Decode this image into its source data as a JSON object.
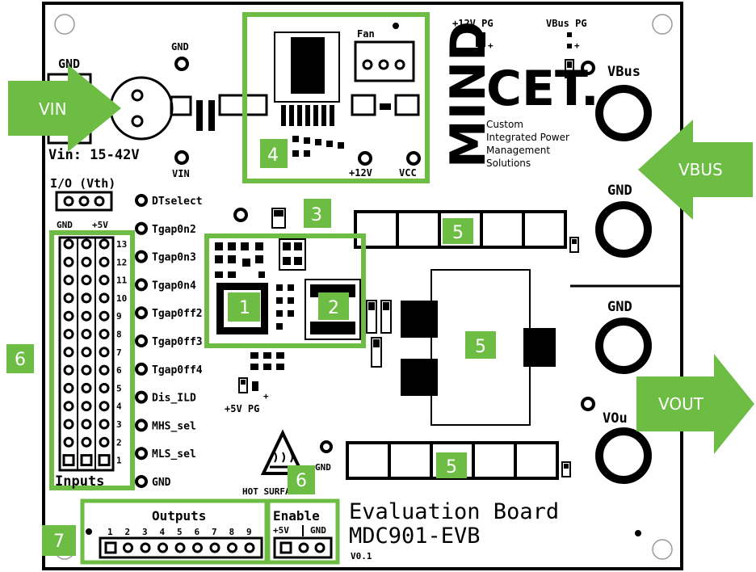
{
  "colors": {
    "accent_green": "#6dbd45",
    "board": "#ffffff",
    "ink": "#000000"
  },
  "arrows": {
    "vin": "VIN",
    "vbus": "VBUS",
    "vout": "VOUT"
  },
  "markers": {
    "m1": "1",
    "m2": "2",
    "m3": "3",
    "m4": "4",
    "m5a": "5",
    "m5b": "5",
    "m5c": "5",
    "m6a": "6",
    "m6b": "6",
    "m7": "7"
  },
  "silkscreen": {
    "gnd_top_left": "GND",
    "gnd_near_jack": "GND",
    "vin_range": "Vin: 15-42V",
    "vin_label": "VIN",
    "io_vth": "I/O (Vth)",
    "gnd_small": "GND",
    "plus5v_small": "+5V",
    "fan": "Fan",
    "plus12v": "+12V",
    "vcc": "VCC",
    "pg12": "+12V PG",
    "vbus_pg": "VBus PG",
    "vbus": "VBus",
    "gnd_right_1": "GND",
    "gnd_right_2": "GND",
    "vout_label": "VOu",
    "pg5": "+5V PG",
    "gnd_center": "GND",
    "hot_surface": "HOT SURFACE",
    "inputs": "Inputs",
    "outputs": "Outputs",
    "output_numbers": [
      "1",
      "2",
      "3",
      "4",
      "5",
      "6",
      "7",
      "8",
      "9"
    ],
    "enable": "Enable",
    "enable_plus5v": "+5V",
    "enable_gnd": "GND",
    "eval_board": "Evaluation Board",
    "model": "MDC901-EVB",
    "version": "V0.1"
  },
  "signals": [
    "DTselect",
    "Tgap0n2",
    "Tgap0n3",
    "Tgap0n4",
    "Tgap0ff2",
    "Tgap0ff3",
    "Tgap0ff4",
    "Dis_ILD",
    "MHS_sel",
    "MLS_sel",
    "GND"
  ],
  "row_numbers": [
    "13",
    "12",
    "11",
    "10",
    "9",
    "8",
    "7",
    "6",
    "5",
    "4",
    "3",
    "2",
    "1"
  ],
  "logo": {
    "text_left": "MIND",
    "text_right": "CET.",
    "tagline": [
      "Custom",
      "Integrated Power",
      "Management",
      "Solutions"
    ]
  }
}
